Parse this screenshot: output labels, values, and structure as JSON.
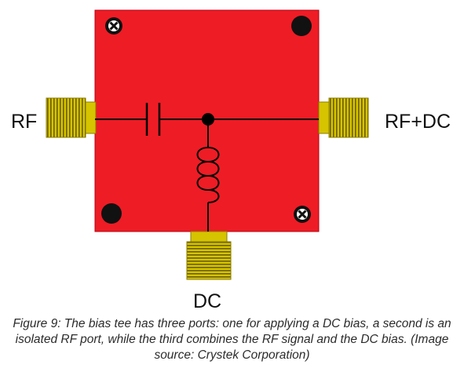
{
  "diagram": {
    "ports": {
      "rf": "RF",
      "rf_dc": "RF+DC",
      "dc": "DC"
    },
    "colors": {
      "board": "#ee1c25",
      "connector": "#d6c400",
      "trace": "#000000"
    }
  },
  "caption": "Figure 9: The bias tee has three ports: one for applying a DC bias, a second is an isolated RF port, while the third combines the RF signal and the DC bias. (Image source: Crystek Corporation)"
}
